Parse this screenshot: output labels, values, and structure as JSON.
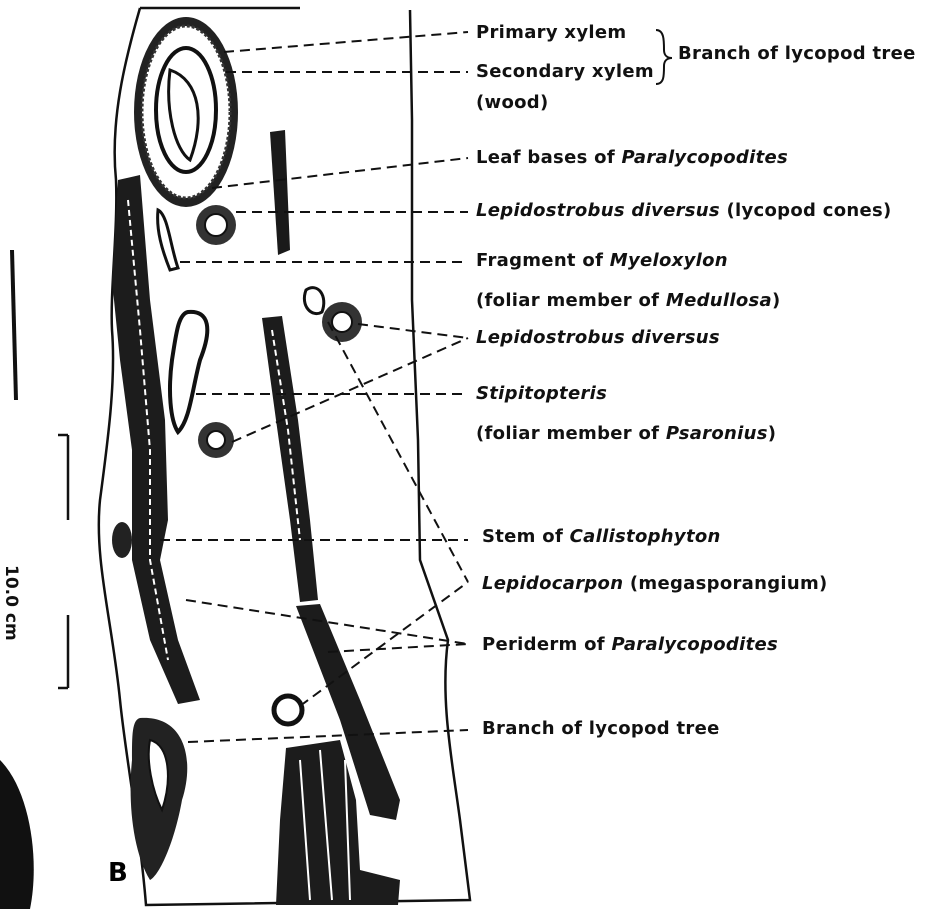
{
  "panel_letter": "B",
  "scale_bar": "10.0 cm",
  "labels": {
    "primary_xylem": "Primary xylem",
    "secondary_xylem": "Secondary xylem",
    "wood": "(wood)",
    "branch_top": "Branch of lycopod tree",
    "leaf_bases_a": "Leaf bases of ",
    "leaf_bases_b": "Paralycopodites",
    "lepido_cones_a": "Lepidostrobus diversus",
    "lepido_cones_b": " (lycopod cones)",
    "myelo_a": "Fragment of ",
    "myelo_b": "Myeloxylon",
    "medullosa_a": "(foliar member of ",
    "medullosa_b": "Medullosa",
    "medullosa_c": ")",
    "lepido2": "Lepidostrobus diversus",
    "stipito": "Stipitopteris",
    "psaronius_a": "(foliar member of ",
    "psaronius_b": "Psaronius",
    "psaronius_c": ")",
    "stem_a": "Stem of ",
    "stem_b": "Callistophyton",
    "lepidocarpon_a": "Lepidocarpon",
    "lepidocarpon_b": " (megasporangium)",
    "periderm_a": "Periderm of ",
    "periderm_b": "Paralycopodites",
    "branch_bottom": "Branch of lycopod tree"
  },
  "colors": {
    "ink": "#111111",
    "paper": "#ffffff"
  }
}
